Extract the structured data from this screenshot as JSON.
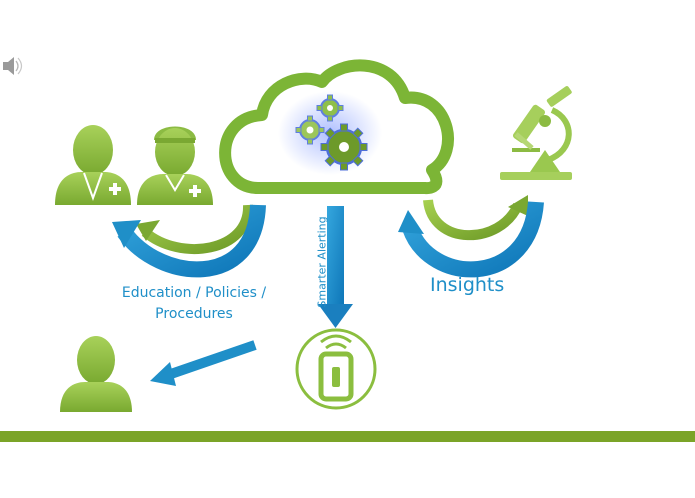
{
  "labels": {
    "education": "Education / Policies /\nProcedures",
    "insights": "Insights",
    "smarter_alerting": "Smarter Alerting"
  },
  "icons": {
    "speaker": "speaker-icon",
    "cloud": "cloud-icon",
    "gears": "gears-icon",
    "doctor": "doctor-icon",
    "surgeon": "surgeon-icon",
    "microscope": "microscope-icon",
    "alert_device": "alert-device-icon",
    "person": "person-icon"
  },
  "colors": {
    "green": "#8bbe3f",
    "dark_green": "#6f9a2a",
    "blue": "#1f8fc8",
    "light_blue": "#4fb3e3",
    "footer": "#7ba428"
  }
}
